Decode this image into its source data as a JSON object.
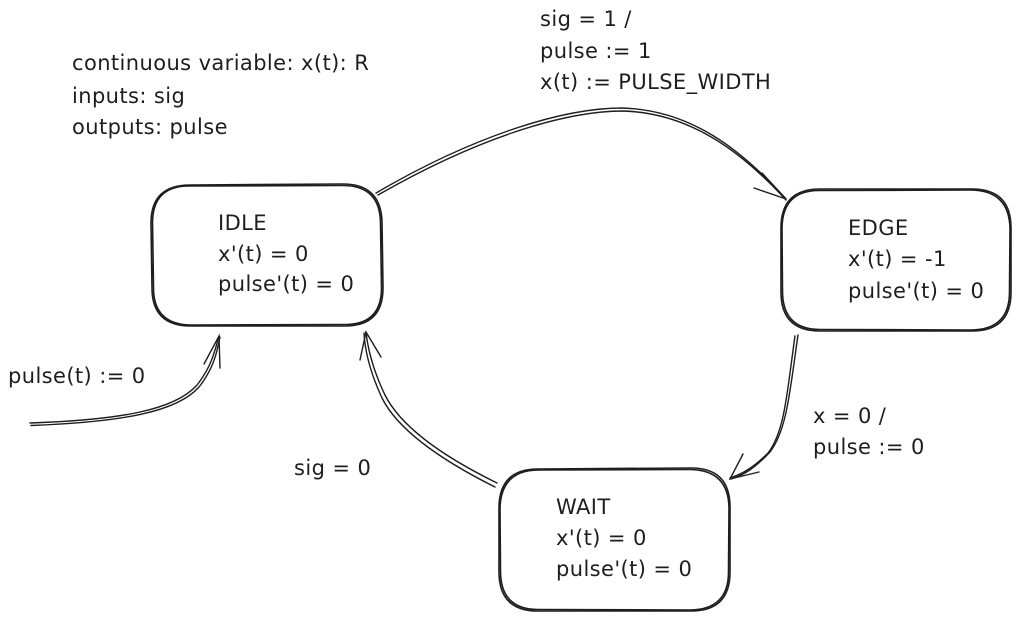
{
  "header": {
    "lines": [
      "continuous variable: x(t): R",
      "inputs: sig",
      "outputs: pulse"
    ]
  },
  "states": {
    "idle": {
      "name": "IDLE",
      "lines": [
        "x'(t) = 0",
        "pulse'(t) = 0"
      ]
    },
    "edge": {
      "name": "EDGE",
      "lines": [
        "x'(t) = -1",
        "pulse'(t) = 0"
      ]
    },
    "wait": {
      "name": "WAIT",
      "lines": [
        "x'(t) = 0",
        "pulse'(t) = 0"
      ]
    }
  },
  "transitions": {
    "initial": {
      "lines": [
        "pulse(t) := 0"
      ]
    },
    "idle_to_edge": {
      "lines": [
        "sig = 1 /",
        "pulse := 1",
        "x(t) := PULSE_WIDTH"
      ]
    },
    "edge_to_wait": {
      "lines": [
        "x = 0 /",
        "pulse := 0"
      ]
    },
    "wait_to_idle": {
      "lines": [
        "sig = 0"
      ]
    }
  }
}
